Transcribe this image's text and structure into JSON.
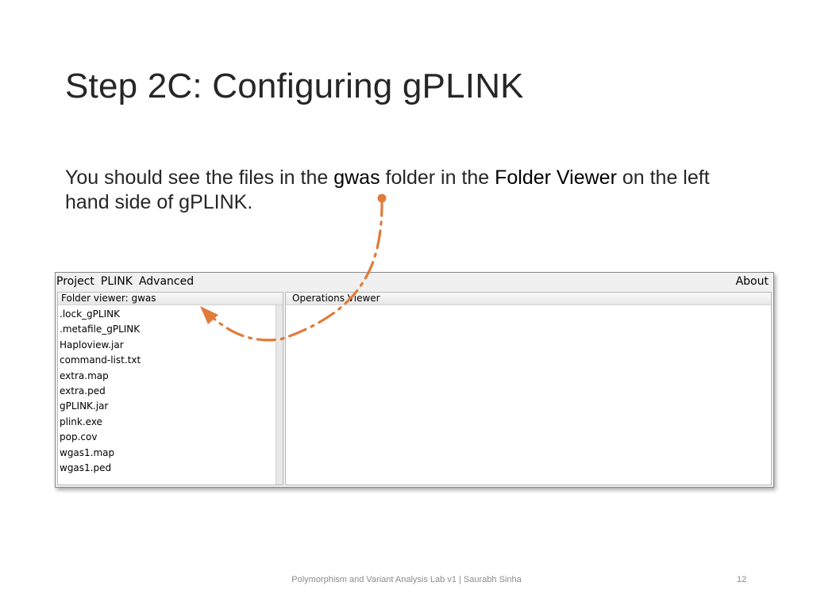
{
  "slide": {
    "title": "Step 2C: Configuring gPLINK",
    "body": {
      "part1": "You should see the files in the ",
      "em1": "gwas",
      "part2": " folder in the ",
      "em2": "Folder Viewer",
      "part3": " on the left hand side of gPLINK."
    },
    "footer": "Polymorphism and Variant Analysis Lab v1 | Saurabh Sinha",
    "page_number": "12"
  },
  "app": {
    "menu": [
      "Project",
      "PLINK",
      "Advanced"
    ],
    "about": "About",
    "folder_viewer": {
      "title": "Folder viewer: gwas",
      "files": [
        ".lock_gPLINK",
        ".metafile_gPLINK",
        "Haploview.jar",
        "command-list.txt",
        "extra.map",
        "extra.ped",
        "gPLINK.jar",
        "plink.exe",
        "pop.cov",
        "wgas1.map",
        "wgas1.ped"
      ]
    },
    "operations_viewer": {
      "title": "Operations Viewer"
    }
  },
  "colors": {
    "annotation_arrow": "#e07b39",
    "text": "#262626",
    "footer": "#8c8c8c"
  }
}
